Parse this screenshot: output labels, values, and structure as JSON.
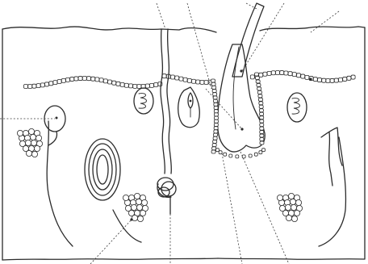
{
  "colors": {
    "stroke": "#2b2b2b",
    "leader_line": "#3a3a3a",
    "hair_fill": "#c9c9c9",
    "background": "#ffffff"
  },
  "structures": [
    "skin-surface-epidermis",
    "dermis-boundary",
    "sweat-gland-duct",
    "sweat-gland-coil",
    "hair-shaft",
    "hair-follicle",
    "hair-bulb",
    "sebaceous-gland",
    "nerve-ending",
    "lamellar-corpuscle",
    "meissner-corpuscles",
    "fat-lobules",
    "blood-vessel-branches"
  ],
  "label_markers": 9
}
